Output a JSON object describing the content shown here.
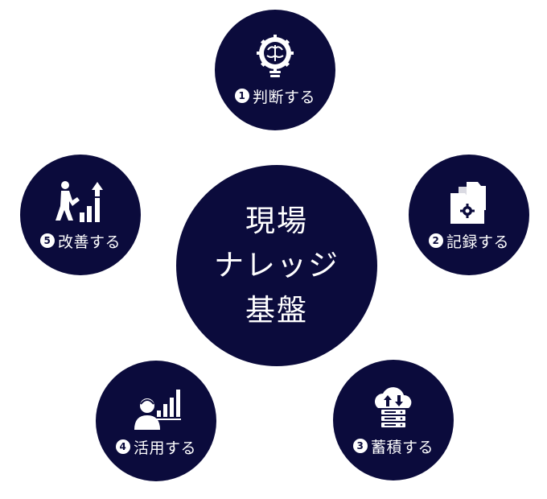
{
  "colors": {
    "navy": "#0b0b3c",
    "white": "#ffffff"
  },
  "center": {
    "lines": [
      "現場",
      "ナレッジ",
      "基盤"
    ]
  },
  "nodes": [
    {
      "num": "1",
      "label": "判断する",
      "icon": "brain-gear-icon"
    },
    {
      "num": "2",
      "label": "記録する",
      "icon": "folder-gear-icon"
    },
    {
      "num": "3",
      "label": "蓄積する",
      "icon": "cloud-server-icon"
    },
    {
      "num": "4",
      "label": "活用する",
      "icon": "person-chart-icon"
    },
    {
      "num": "5",
      "label": "改善する",
      "icon": "climbing-growth-icon"
    }
  ]
}
